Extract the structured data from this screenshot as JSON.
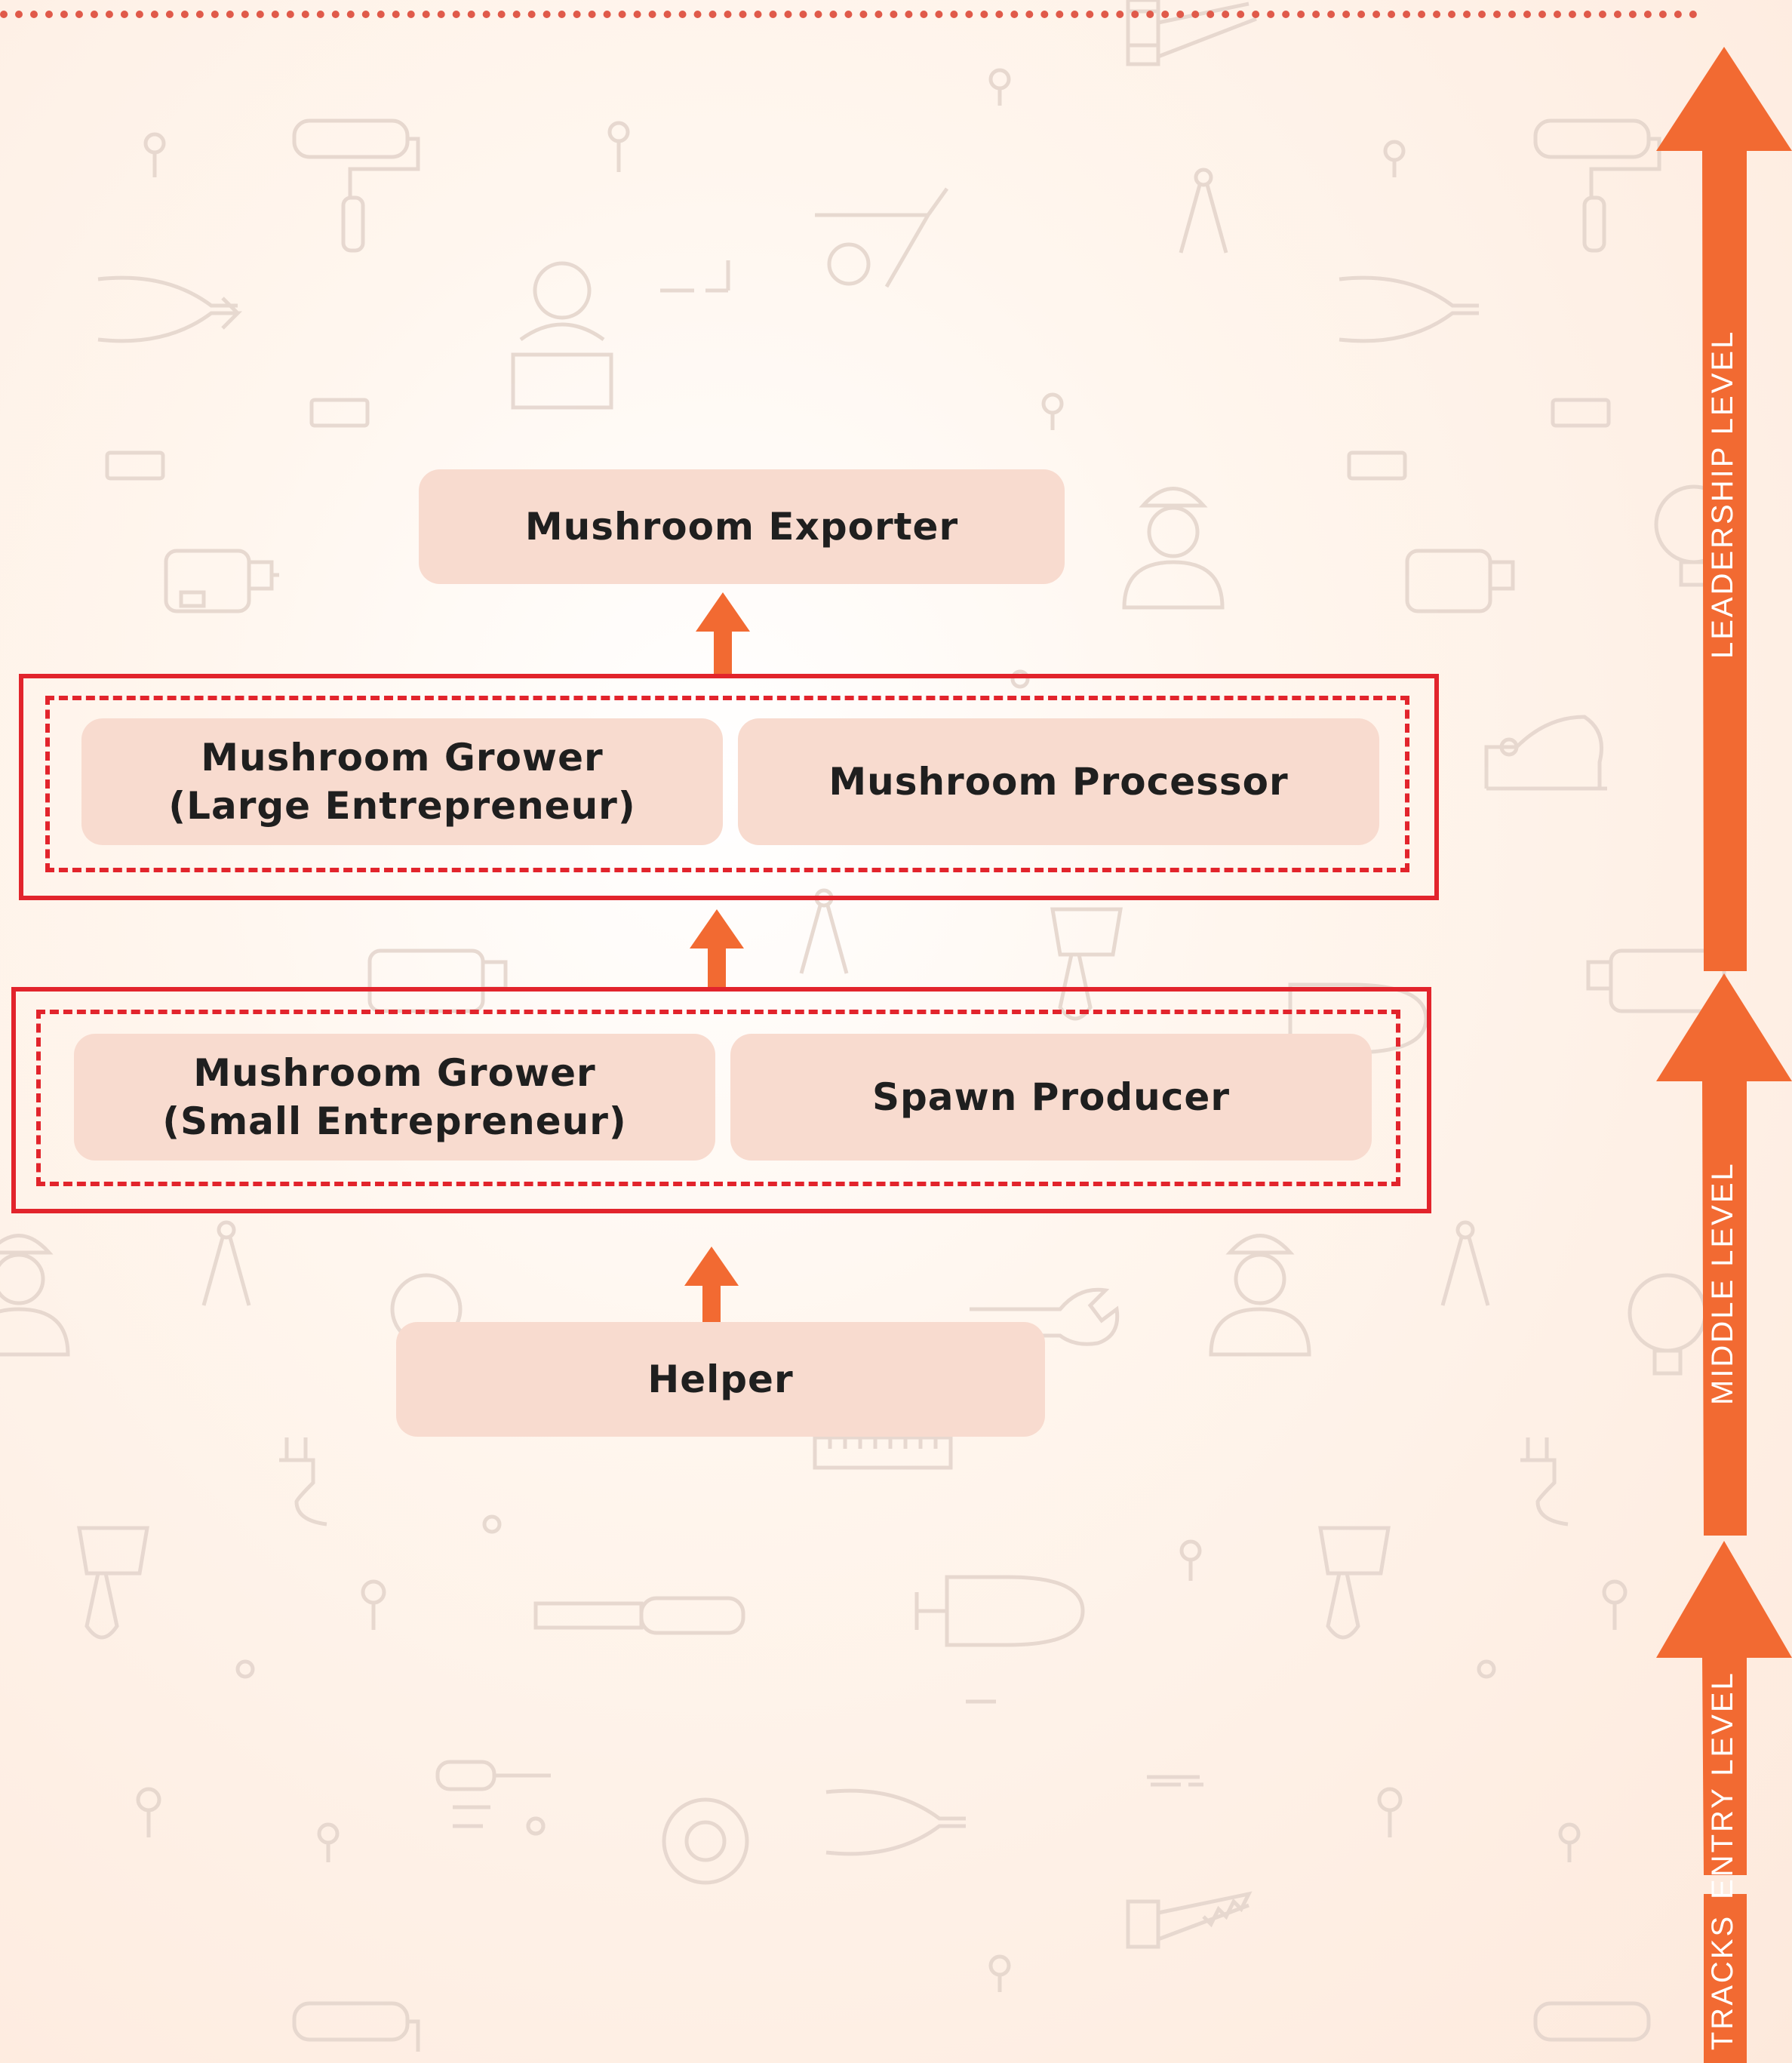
{
  "nodes": {
    "exporter": "Mushroom Exporter",
    "grower_large": "Mushroom Grower\n(Large Entrepreneur)",
    "processor": "Mushroom Processor",
    "grower_small": "Mushroom Grower\n(Small Entrepreneur)",
    "spawn_producer": "Spawn Producer",
    "helper": "Helper"
  },
  "levels": {
    "leadership": "LEADERSHIP LEVEL",
    "middle": "MIDDLE LEVEL",
    "entry": "ENTRY LEVEL",
    "tracks": "TRACKS"
  },
  "colors": {
    "box_fill": "#f8dbcf",
    "arrow": "#f26a32",
    "group_border": "#e2242c"
  }
}
